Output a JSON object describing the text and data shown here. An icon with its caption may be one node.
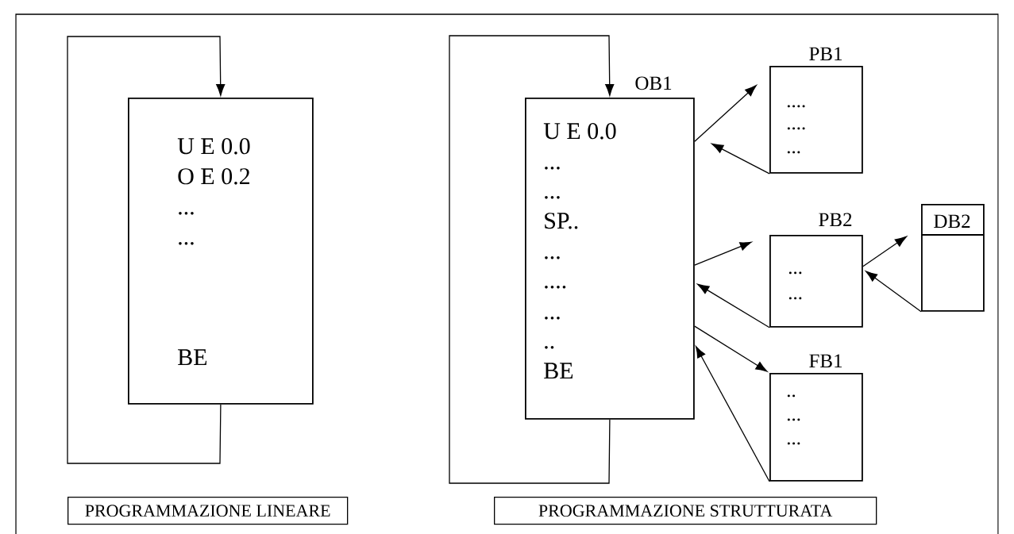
{
  "diagram": {
    "nodes": [
      {
        "text": [
          "U E 0.0",
          "O E 0.2",
          "...",
          "...",
          "BE"
        ]
      },
      {
        "text": [
          "OB1",
          "U E 0.0",
          "...",
          "...",
          "SP..",
          "...",
          "....",
          "...",
          "..",
          "BE"
        ]
      },
      {
        "text": [
          "PB1",
          "....",
          "....",
          "..."
        ]
      },
      {
        "text": [
          "PB2",
          "...",
          "..."
        ]
      },
      {
        "text": [
          "DB2"
        ]
      },
      {
        "text": [
          "FB1",
          "..",
          "...",
          "..."
        ]
      },
      {
        "text": [
          "PROGRAMMAZIONE LINEARE"
        ]
      },
      {
        "text": [
          "PROGRAMMAZIONE STRUTTURATA"
        ]
      }
    ],
    "edges": [
      {
        "from": 0,
        "to": 0,
        "arrow": "to"
      },
      {
        "from": 1,
        "to": 1,
        "arrow": "to"
      },
      {
        "from": 1,
        "to": 2,
        "arrow": "to"
      },
      {
        "from": 2,
        "to": 1,
        "arrow": "to"
      },
      {
        "from": 1,
        "to": 3,
        "arrow": "to"
      },
      {
        "from": 3,
        "to": 1,
        "arrow": "to"
      },
      {
        "from": 3,
        "to": 4,
        "arrow": "to"
      },
      {
        "from": 4,
        "to": 3,
        "arrow": "to"
      },
      {
        "from": 1,
        "to": 5,
        "arrow": "to"
      },
      {
        "from": 5,
        "to": 1,
        "arrow": "to"
      }
    ]
  }
}
